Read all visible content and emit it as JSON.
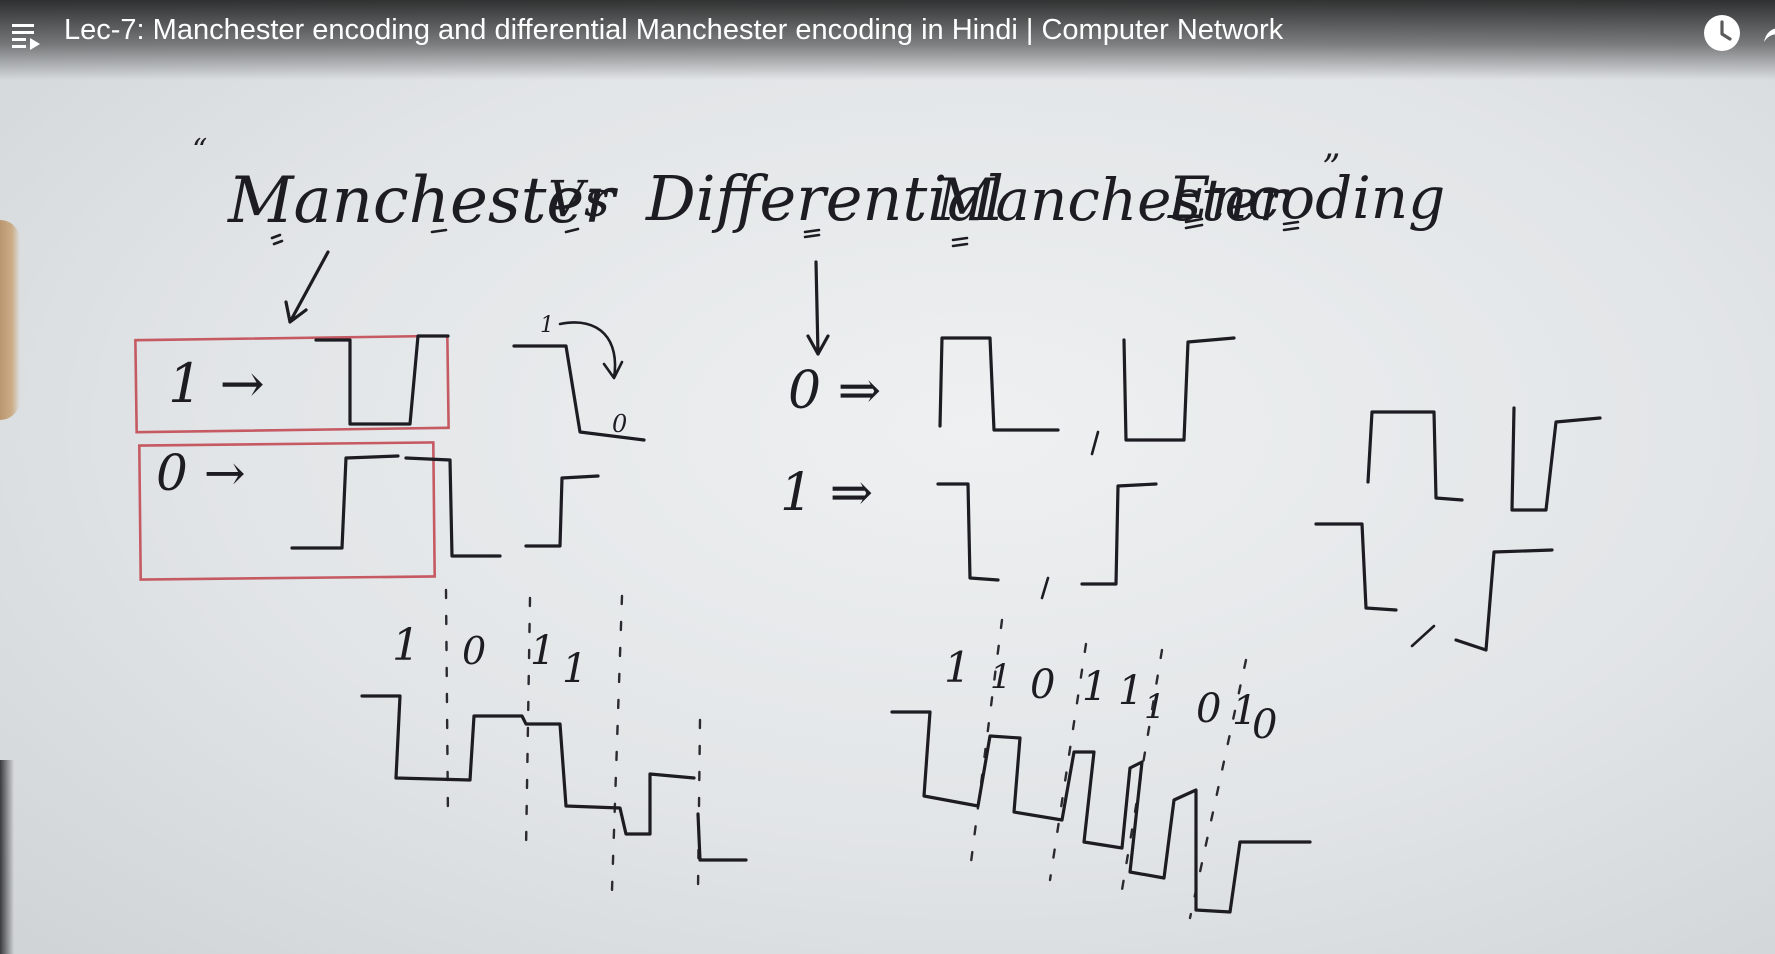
{
  "video": {
    "title": "Lec-7: Manchester encoding and differential Manchester encoding in Hindi | Computer Network"
  },
  "controls": {
    "playlist_icon": "playlist-icon",
    "watch_later_icon": "clock-icon",
    "share_icon": "share-icon"
  },
  "board": {
    "heading_open_quote": "“",
    "heading_words": [
      "Manchester",
      "Vs",
      "Differential",
      "Manchester",
      "Encoding"
    ],
    "heading_close_quote": "”",
    "manchester_rule_1": "1 →",
    "manchester_rule_0": "0 →",
    "diff_rule_0": "0 ⇒",
    "diff_rule_1": "1 ⇒",
    "small_0_label": "0",
    "small_1_label": "1",
    "manchester_bits": [
      "1",
      "0",
      "1",
      "1"
    ],
    "diff_bits": [
      "1",
      "1",
      "0",
      "1",
      "1",
      "1",
      "0",
      "1",
      "0"
    ],
    "ink_color": "#1c1c22",
    "box_color": "#c65a63"
  }
}
